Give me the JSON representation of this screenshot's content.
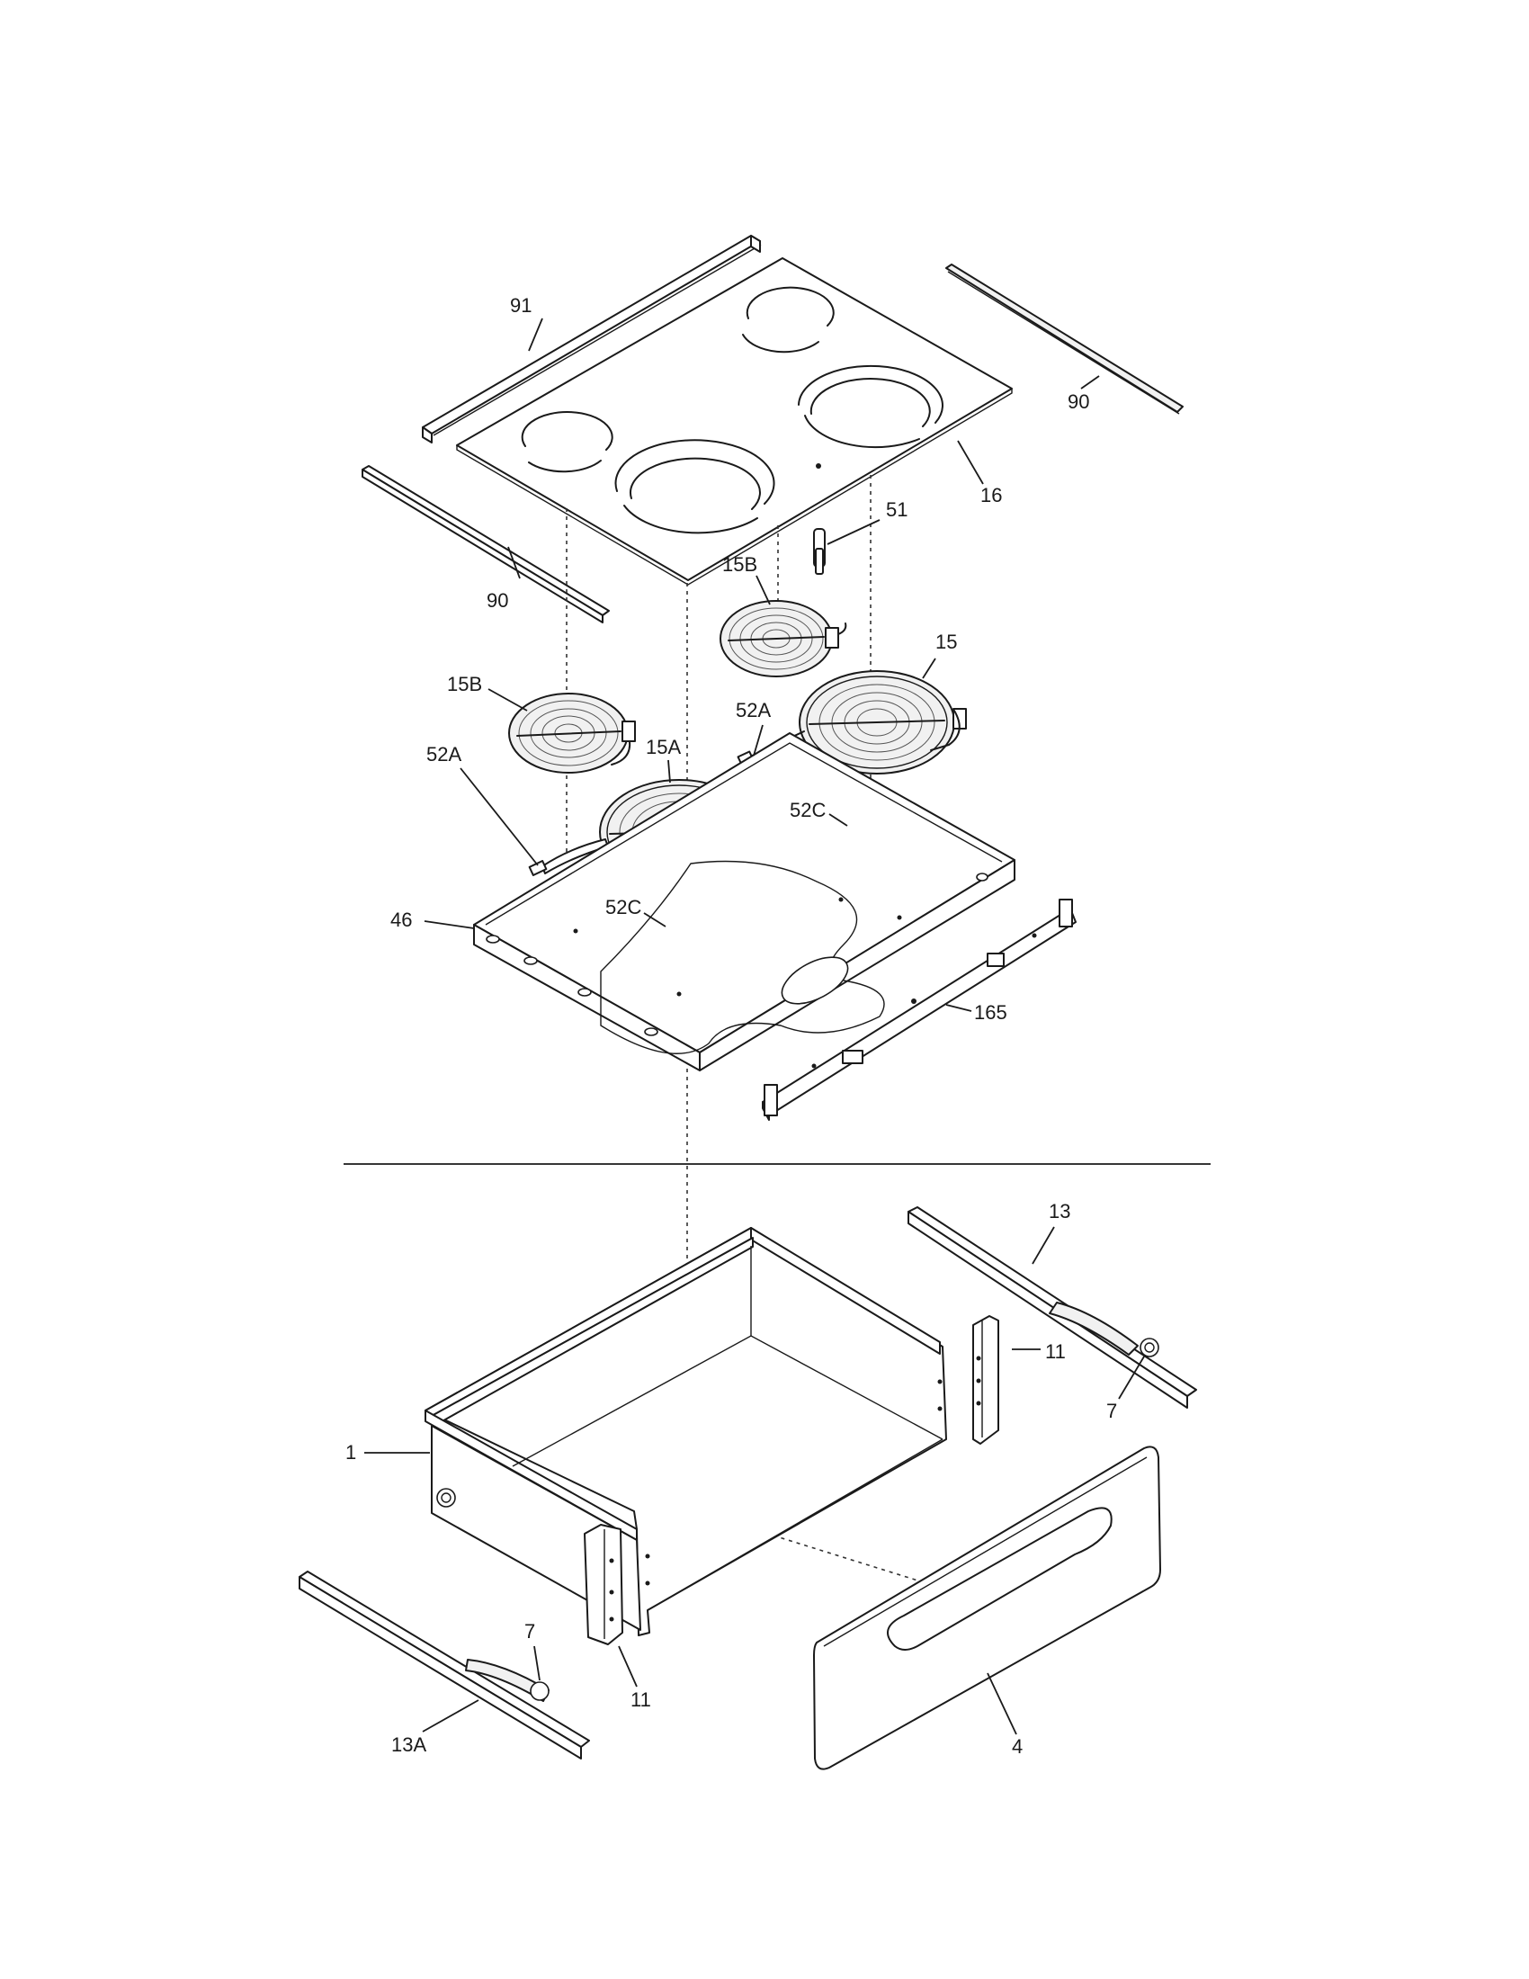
{
  "diagram": {
    "labels": {
      "l91": "91",
      "l90_right": "90",
      "l16": "16",
      "l90_left": "90",
      "l51": "51",
      "l15B_top": "15B",
      "l15": "15",
      "l15B_left": "15B",
      "l52A_right": "52A",
      "l52A_left": "52A",
      "l15A": "15A",
      "l52C_right": "52C",
      "l52C_left": "52C",
      "l46": "46",
      "l165": "165",
      "l13": "13",
      "l11_right": "11",
      "l7_right": "7",
      "l1": "1",
      "l7_left": "7",
      "l11_left": "11",
      "l13A": "13A",
      "l4": "4"
    }
  }
}
